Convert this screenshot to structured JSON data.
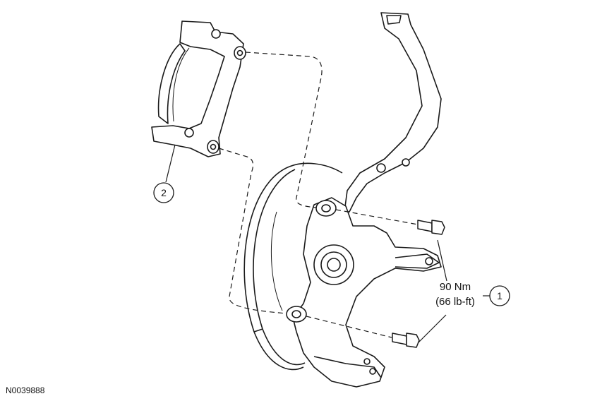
{
  "figure": {
    "id": "N0039888",
    "callouts": [
      {
        "number": "1",
        "name": "caliper-anchor-bracket-bolts"
      },
      {
        "number": "2",
        "name": "caliper-anchor-bracket"
      }
    ],
    "torque": {
      "metric": "90 Nm",
      "imperial": "(66 lb-ft)"
    }
  }
}
